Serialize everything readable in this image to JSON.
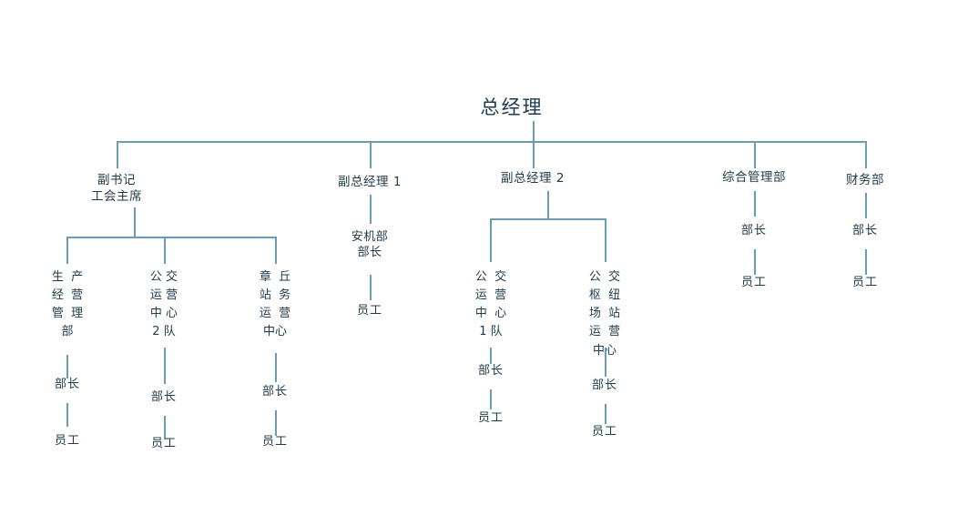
{
  "diagram": {
    "title": "总经理",
    "colors": {
      "line": "#6c9bb4",
      "text": "#1f3a4d",
      "background": "#ffffff"
    },
    "root": {
      "label": "总经理"
    },
    "level2": [
      {
        "line1": "副书记",
        "line2": "工会主席"
      },
      {
        "line1": "副总经理 1"
      },
      {
        "line1": "副总经理 2"
      },
      {
        "line1": "综合管理部"
      },
      {
        "line1": "财务部"
      }
    ],
    "vertical_units": [
      {
        "rows": [
          "生  产",
          "经  营",
          "管  理",
          "部"
        ]
      },
      {
        "rows": [
          "公 交",
          "运 营",
          "中 心",
          "2 队"
        ]
      },
      {
        "rows": [
          "章  丘",
          "站  务",
          "运  营",
          "中心"
        ]
      },
      {
        "rows": [
          "公  交",
          "运  营",
          "中  心",
          "1 队"
        ]
      },
      {
        "rows": [
          "公  交",
          "枢  纽",
          "场  站",
          "运  营",
          "中心"
        ]
      }
    ],
    "unit_plain": [
      {
        "line1": "安机部",
        "line2": "部长"
      }
    ],
    "roles": {
      "director": "部长",
      "staff": "员工"
    },
    "role_nodes": [
      {
        "label": "部长"
      },
      {
        "label": "员工"
      },
      {
        "label": "部长"
      },
      {
        "label": "员工"
      },
      {
        "label": "部长"
      },
      {
        "label": "员工"
      },
      {
        "label": "员工"
      },
      {
        "label": "部长"
      },
      {
        "label": "员工"
      },
      {
        "label": "部长"
      },
      {
        "label": "员工"
      },
      {
        "label": "部长"
      },
      {
        "label": "员工"
      },
      {
        "label": "部长"
      },
      {
        "label": "员工"
      }
    ]
  }
}
